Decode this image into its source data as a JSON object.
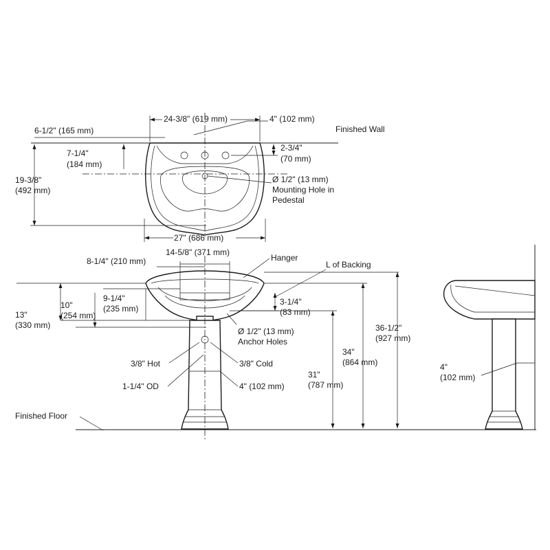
{
  "top_view": {
    "width_faucet": "24-3/8\" (619 mm)",
    "hole_spacing": "4\" (102 mm)",
    "offset_left": "6-1/2\" (165 mm)",
    "finished_wall": "Finished Wall",
    "depth_top_1": "7-1/4\"",
    "depth_top_2": "(184 mm)",
    "offset_right_1": "2-3/4\"",
    "offset_right_2": "(70 mm)",
    "depth_total_1": "19-3/8\"",
    "depth_total_2": "(492 mm)",
    "mount_hole_1": "Ø 1/2\" (13 mm)",
    "mount_hole_2": "Mounting Hole in",
    "mount_hole_3": "Pedestal",
    "overall_width": "27\" (686 mm)"
  },
  "front_view": {
    "dim_8_1_4": "8-1/4\" (210 mm)",
    "dim_14_5_8": "14-5/8\" (371 mm)",
    "hanger": "Hanger",
    "l_backing": "L of Backing",
    "dim_9_1_4_a": "9-1/4\"",
    "dim_9_1_4_b": "(235 mm)",
    "dim_10_a": "10\"",
    "dim_10_b": "(254 mm)",
    "dim_13_a": "13\"",
    "dim_13_b": "(330 mm)",
    "dim_3_1_4_a": "3-1/4\"",
    "dim_3_1_4_b": "(83 mm)",
    "anchor_1": "Ø 1/2\" (13 mm)",
    "anchor_2": "Anchor Holes",
    "dim_36_a": "36-1/2\"",
    "dim_36_b": "(927 mm)",
    "dim_34_a": "34\"",
    "dim_34_b": "(864 mm)",
    "dim_31_a": "31\"",
    "dim_31_b": "(787 mm)",
    "hot": "3/8\" Hot",
    "cold": "3/8\" Cold",
    "od": "1-1/4\" OD",
    "dim_4": "4\" (102 mm)",
    "finished_floor": "Finished Floor"
  },
  "side_view": {
    "dim_4_a": "4\"",
    "dim_4_b": "(102 mm)"
  }
}
